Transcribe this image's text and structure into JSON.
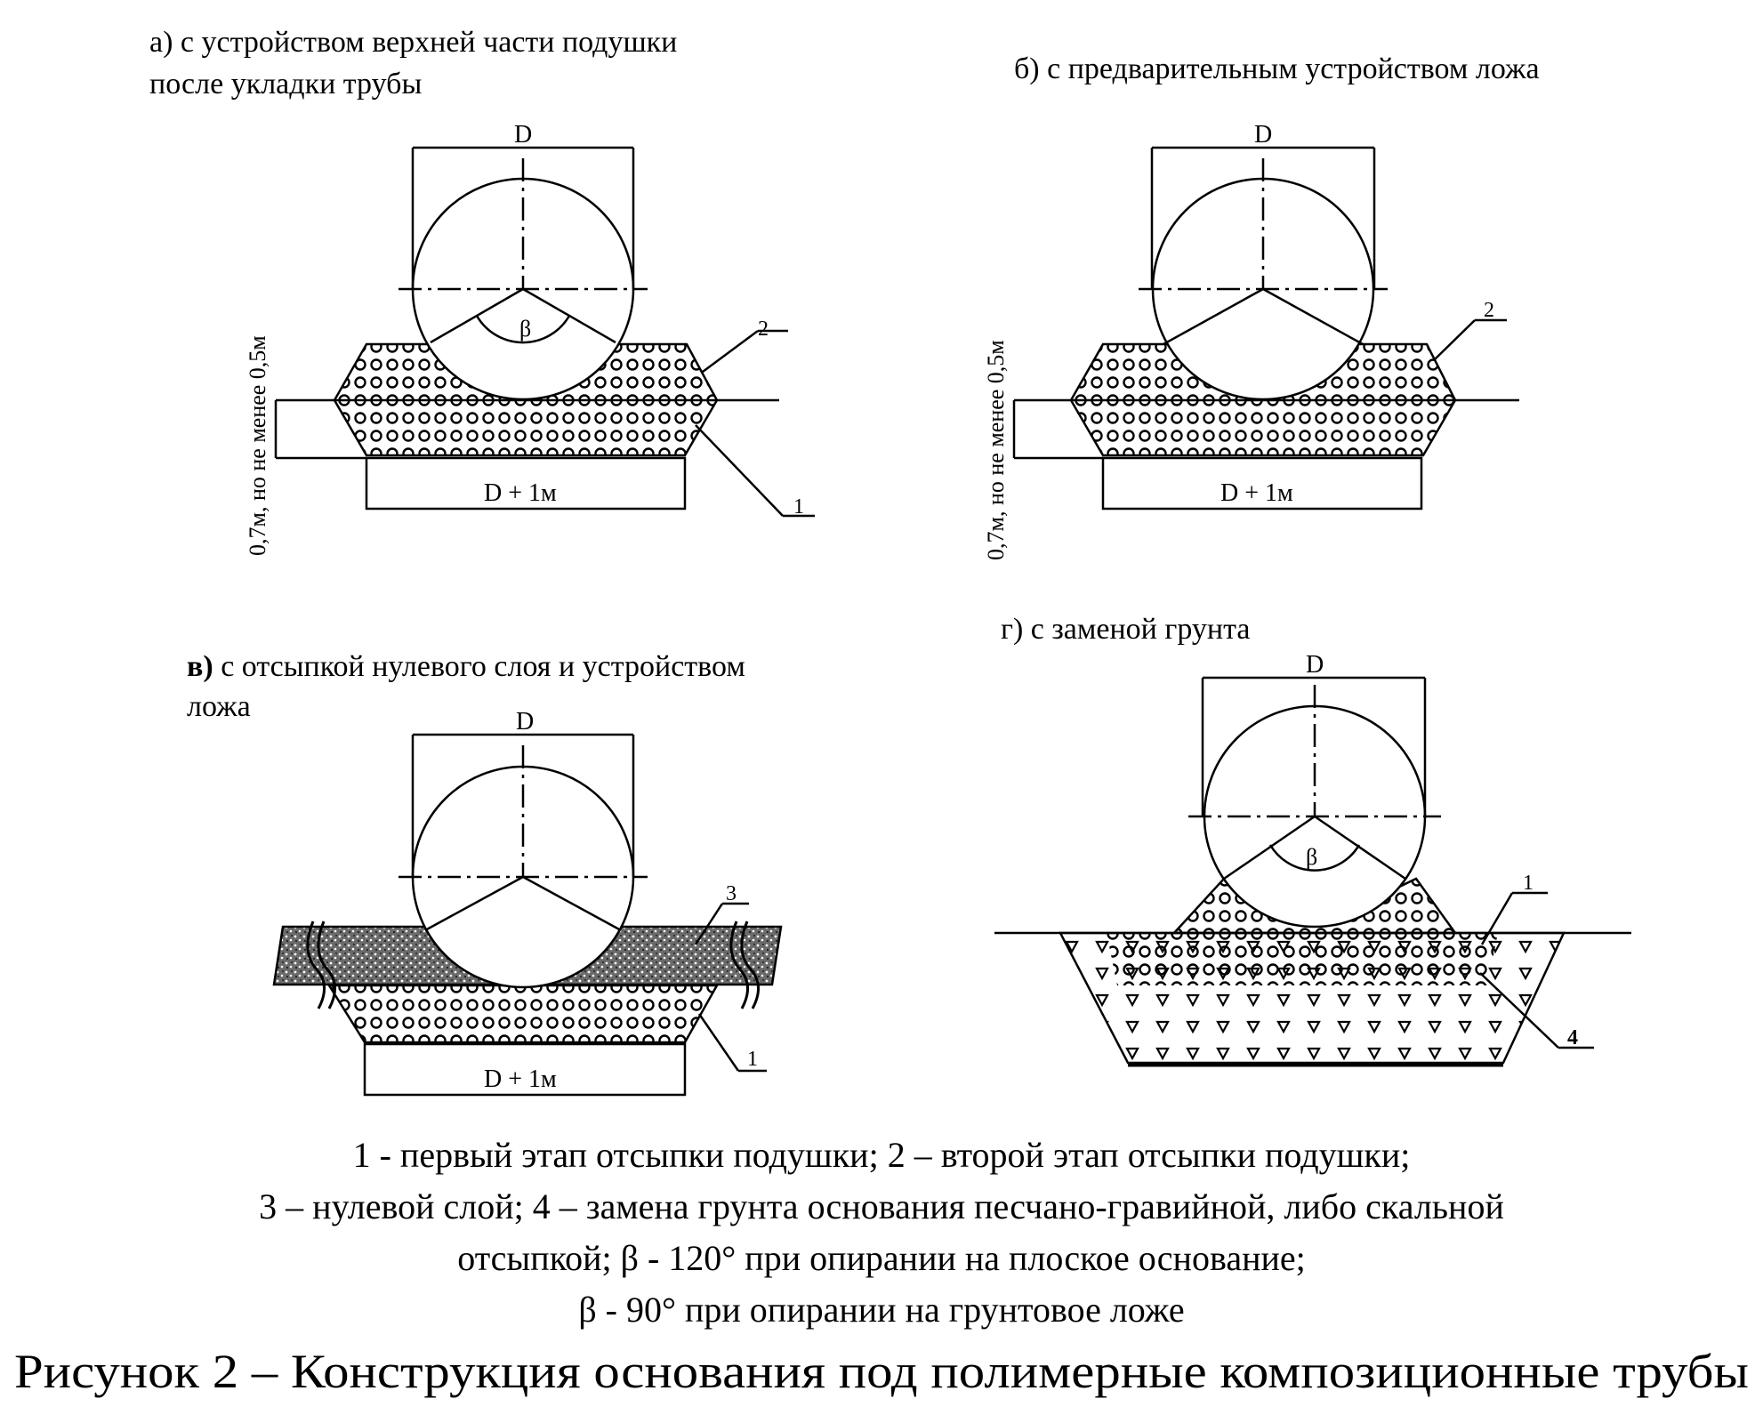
{
  "panels": {
    "a": {
      "title_line1": "а) с устройством верхней части подушки",
      "title_line2": "после укладки трубы",
      "dim_d": "D",
      "dim_base": "D + 1м",
      "angle": "β",
      "depth_label": "0,7м, но не менее 0,5м",
      "callout_1": "1",
      "callout_2": "2"
    },
    "b": {
      "title": "б) с предварительным устройством ложа",
      "dim_d": "D",
      "dim_base": "D + 1м",
      "depth_label": "0,7м, но не менее 0,5м",
      "callout_2": "2"
    },
    "v": {
      "title_prefix": "в)",
      "title_line1_rest": " с отсыпкой нулевого слоя и устройством",
      "title_line2": "ложа",
      "dim_d": "D",
      "dim_base": "D + 1м",
      "callout_1": "1",
      "callout_3": "3"
    },
    "g": {
      "title": "г) с заменой грунта",
      "dim_d": "D",
      "angle": "β",
      "callout_1": "1",
      "callout_4": "4"
    }
  },
  "legend": {
    "line1": "1 - первый этап отсыпки подушки; 2 – второй этап отсыпки подушки;",
    "line2": "3 – нулевой слой; 4 – замена грунта основания песчано-гравийной, либо скальной",
    "line3": "отсыпкой; β - 120° при опирании на плоское основание;",
    "line4": "β - 90° при опирании на грунтовое ложе"
  },
  "caption": "Рисунок 2 – Конструкция основания под полимерные композиционные трубы",
  "colors": {
    "ink": "#000000",
    "background": "#ffffff",
    "zero_layer": "#555555"
  }
}
